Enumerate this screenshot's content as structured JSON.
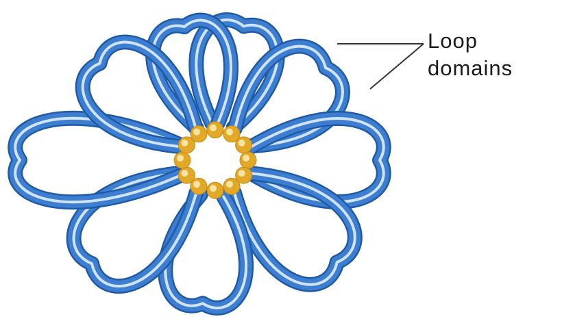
{
  "callout": {
    "label": "Loop\ndomains"
  },
  "colors": {
    "loop_fill": "#3d7ed0",
    "loop_edge": "#1e5aa6",
    "loop_highlight": "#cfe4f8",
    "scaffold_bead": "#e2a928",
    "scaffold_bead_highlight": "#f7e3a2",
    "leader_line": "#333333"
  },
  "diagram": {
    "loop_count": 9,
    "scaffold_bead_count": 12
  }
}
